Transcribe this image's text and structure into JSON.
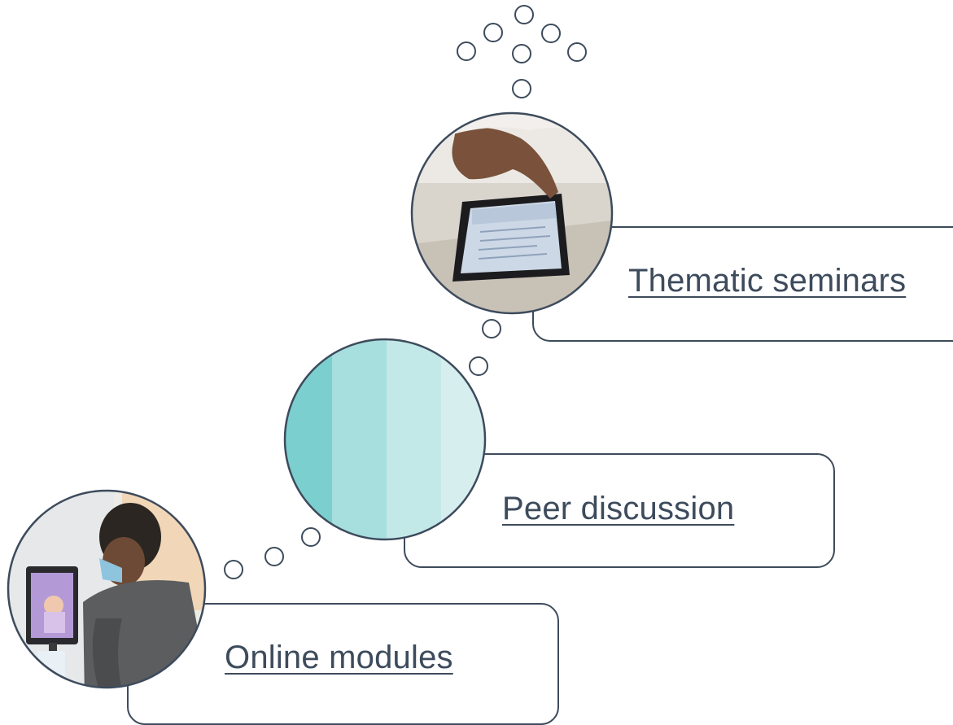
{
  "steps": [
    {
      "label": "Online modules",
      "image": "person-using-telehealth-tablet-photo"
    },
    {
      "label": "Peer discussion",
      "image": "teal-striped-circle"
    },
    {
      "label": "Thematic seminars",
      "image": "hand-touching-tablet-photo"
    }
  ],
  "colors": {
    "outline": "#3d4b5c",
    "link_text": "#3d4b5c",
    "teal_stripes": [
      "#7ccfcf",
      "#a7dede",
      "#c3e8e8",
      "#d6eeee"
    ]
  }
}
